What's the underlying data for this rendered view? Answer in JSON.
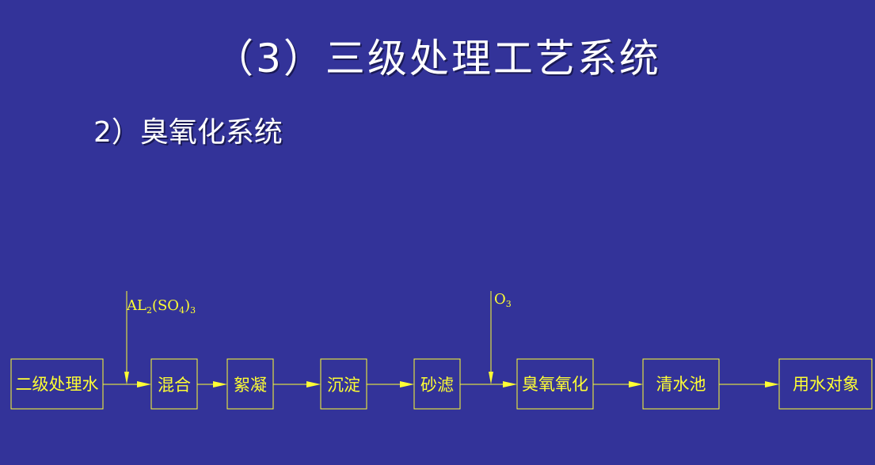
{
  "slide": {
    "title": "（3）三级处理工艺系统",
    "subtitle": "2）臭氧化系统"
  },
  "flow": {
    "steps": [
      "二级处理水",
      "混合",
      "絮凝",
      "沉淀",
      "砂滤",
      "臭氧氧化",
      "清水池",
      "用水对象"
    ],
    "inputs": [
      {
        "text_main": "AL",
        "sub1": "2",
        "mid": "(SO",
        "sub2": "4",
        "tail": ")",
        "sub3": "3"
      },
      {
        "text_main": "O",
        "sub1": "3"
      }
    ],
    "colors": {
      "background": "#333399",
      "lines": "#ffff33",
      "title": "#ffffff"
    }
  }
}
